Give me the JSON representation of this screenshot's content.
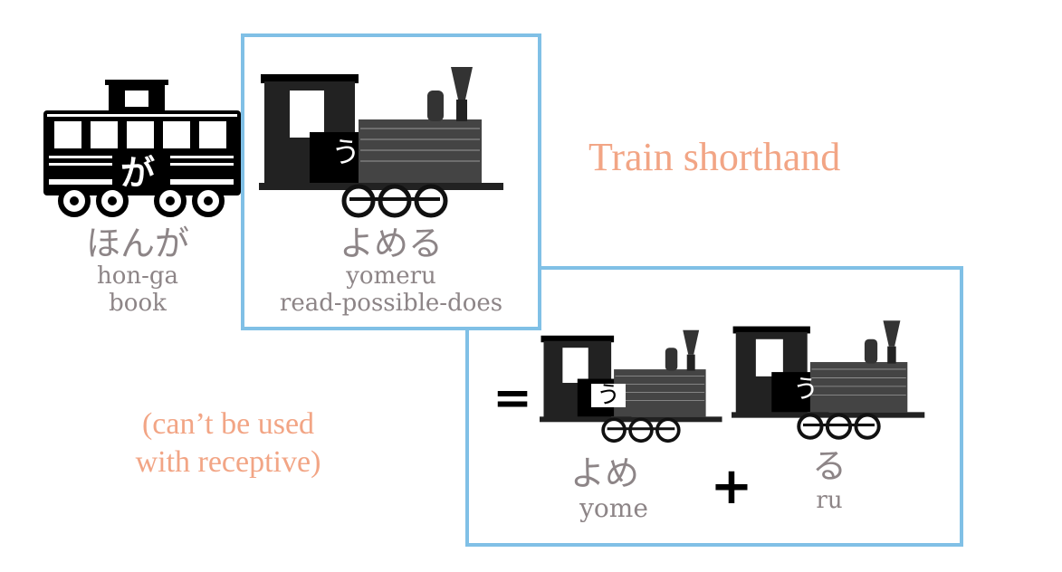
{
  "caboose": {
    "kana": "が",
    "word_kana": "ほんが",
    "romaji": "hon-ga",
    "gloss": "book"
  },
  "verb": {
    "engine_kana": "う",
    "word_kana": "よめる",
    "romaji": "yomeru",
    "gloss": "read-possible-does"
  },
  "title": "Train shorthand",
  "note": {
    "line1": "(can’t be used",
    "line2": "with receptive)"
  },
  "equation": {
    "equals": "=",
    "plus": "+",
    "left": {
      "engine_kana": "う",
      "word_kana": "よめ",
      "romaji": "yome"
    },
    "right": {
      "engine_kana": "う",
      "word_kana": "る",
      "romaji": "ru"
    }
  },
  "colors": {
    "box_border": "#80c0e6",
    "accent": "#f2a585",
    "text_gray": "#8d8587"
  }
}
